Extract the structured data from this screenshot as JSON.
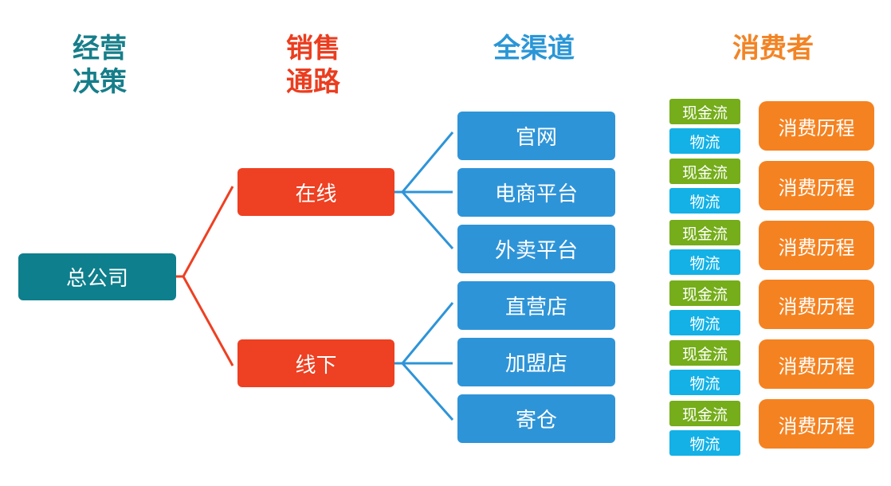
{
  "colors": {
    "teal": "#0e7f8c",
    "red": "#ee4022",
    "blue": "#2e94d8",
    "orange": "#f58220",
    "green": "#75ad1b",
    "cyan": "#13b1e6",
    "header_teal": "#167e8a",
    "header_red": "#eb3d1f",
    "header_blue": "#2a96d6",
    "header_orange": "#f28425"
  },
  "headers": {
    "decision": "经营\n决策",
    "sales": "销售\n通路",
    "channels": "全渠道",
    "consumer": "消费者"
  },
  "root": {
    "label": "总公司"
  },
  "sales_paths": [
    {
      "label": "在线"
    },
    {
      "label": "线下"
    }
  ],
  "channels": [
    {
      "label": "官网"
    },
    {
      "label": "电商平台"
    },
    {
      "label": "外卖平台"
    },
    {
      "label": "直营店"
    },
    {
      "label": "加盟店"
    },
    {
      "label": "寄仓"
    }
  ],
  "consumer_rows": [
    {
      "cash": "现金流",
      "logistics": "物流",
      "journey": "消费历程"
    },
    {
      "cash": "现金流",
      "logistics": "物流",
      "journey": "消费历程"
    },
    {
      "cash": "现金流",
      "logistics": "物流",
      "journey": "消费历程"
    },
    {
      "cash": "现金流",
      "logistics": "物流",
      "journey": "消费历程"
    },
    {
      "cash": "现金流",
      "logistics": "物流",
      "journey": "消费历程"
    },
    {
      "cash": "现金流",
      "logistics": "物流",
      "journey": "消费历程"
    }
  ]
}
